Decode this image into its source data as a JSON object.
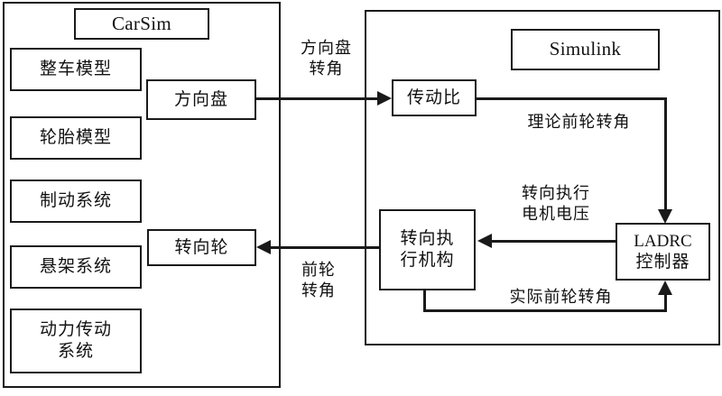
{
  "figure": {
    "type": "block-diagram",
    "description": "CarSim and Simulink co-simulation steer-by-wire control block diagram"
  },
  "carsim": {
    "title": "CarSim",
    "modules": [
      {
        "label": "整车模型"
      },
      {
        "label": "轮胎模型"
      },
      {
        "label": "制动系统"
      },
      {
        "label": "悬架系统"
      },
      {
        "label": "动力传动\n系统"
      }
    ],
    "steering_wheel": "方向盘",
    "steered_wheel": "转向轮"
  },
  "simulink": {
    "title": "Simulink",
    "ratio_block": "传动比",
    "actuator_block": "转向执\n行机构",
    "controller_block_line1": "LADRC",
    "controller_block_line2": "控制器"
  },
  "signals": {
    "steering_wheel_angle": "方向盘\n转角",
    "theoretical_front_wheel_angle": "理论前轮转角",
    "steering_motor_voltage": "转向执行\n电机电压",
    "actual_front_wheel_angle": "实际前轮转角",
    "front_wheel_angle": "前轮\n转角"
  },
  "colors": {
    "stroke": "#1a1a1a",
    "background": "#ffffff",
    "text": "#111111"
  }
}
